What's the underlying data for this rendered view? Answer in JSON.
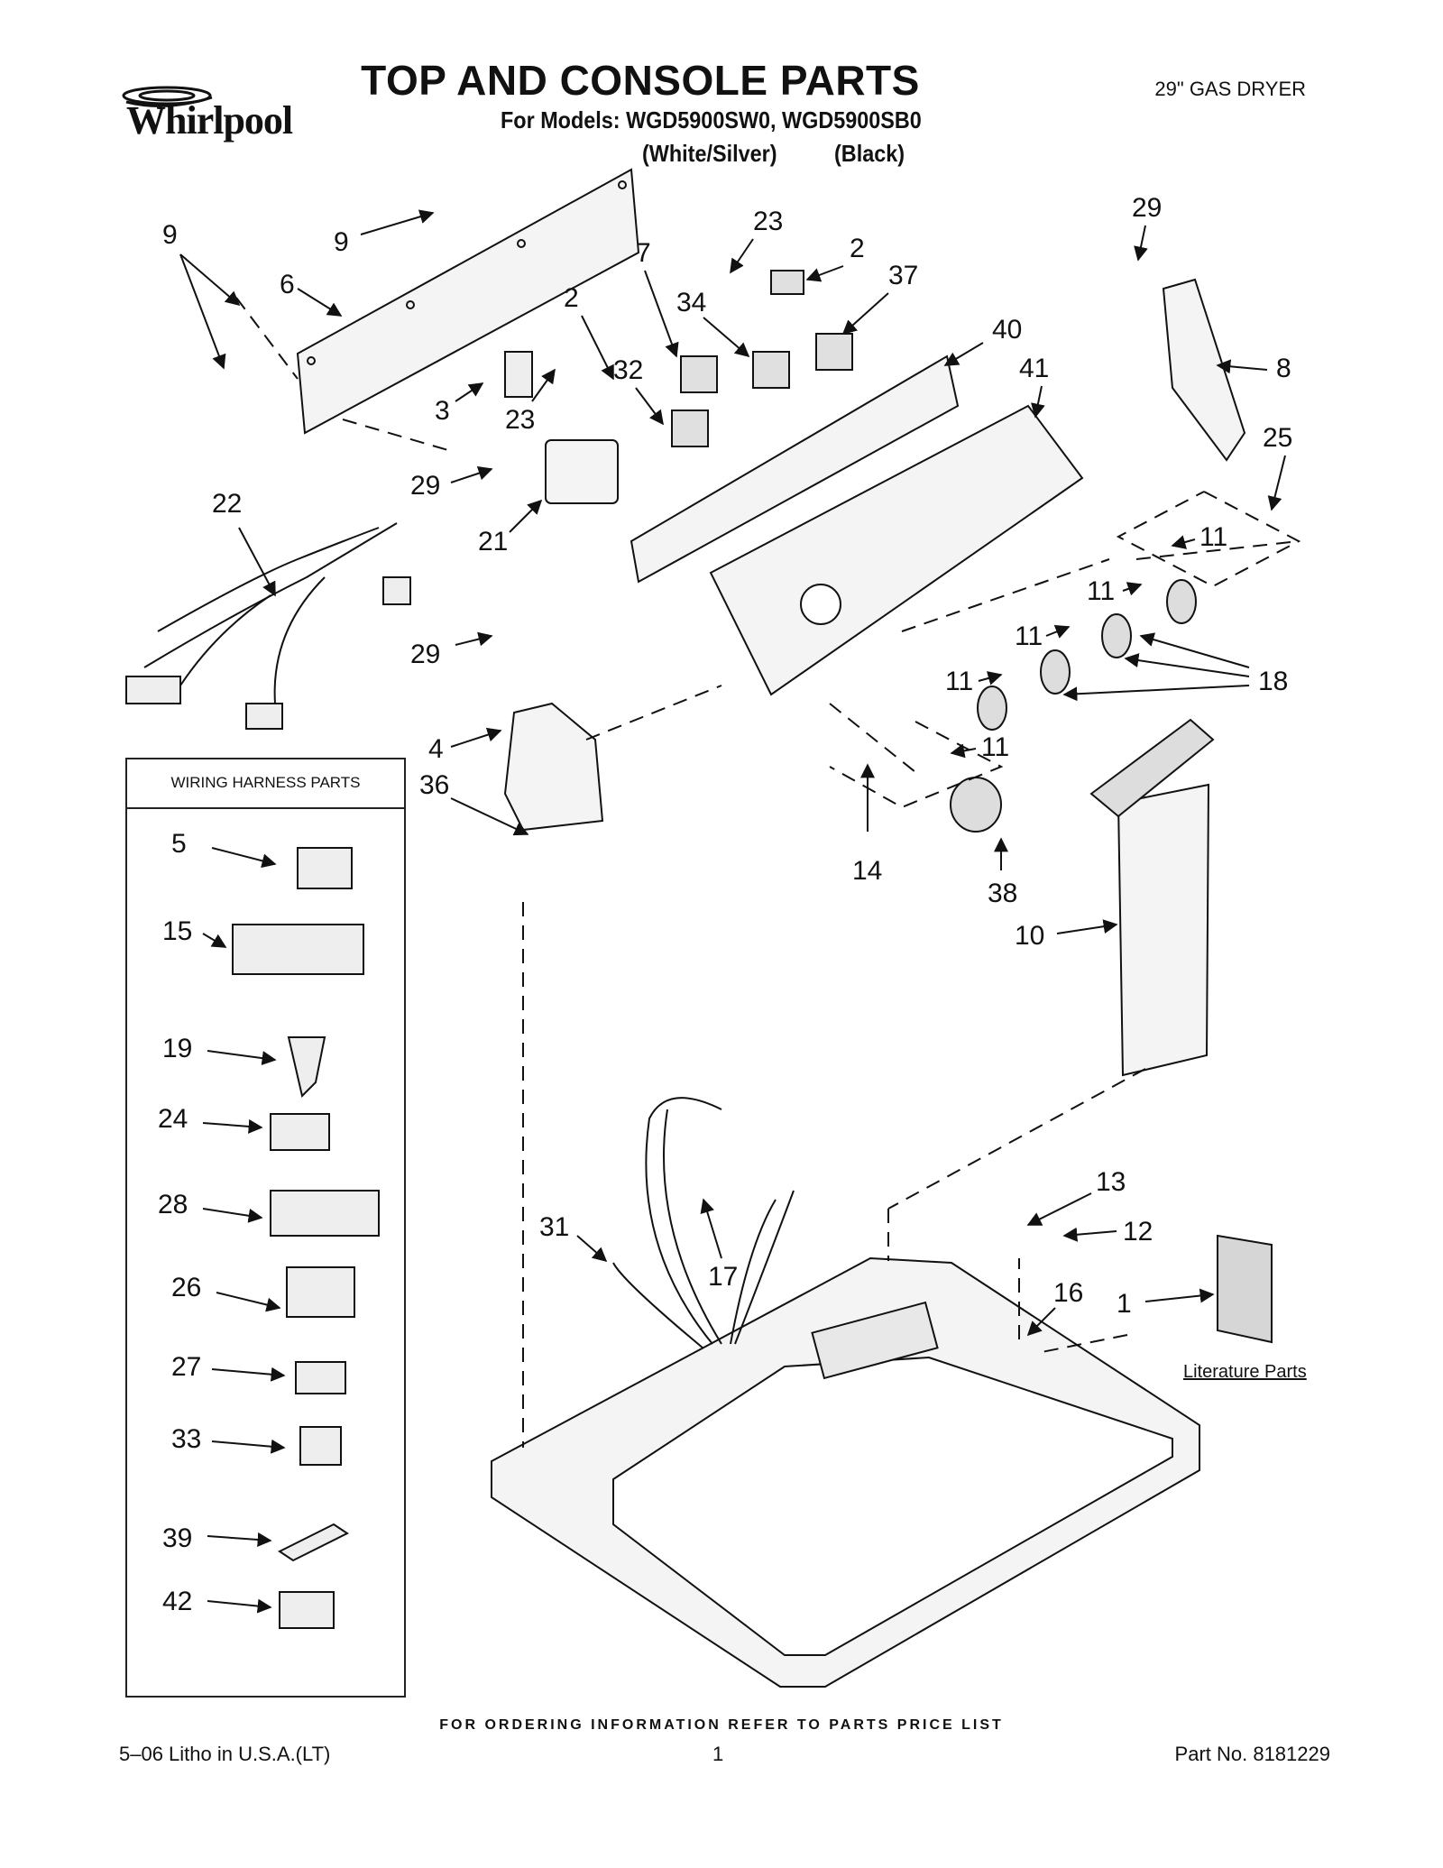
{
  "brand": "Whirlpool",
  "header": {
    "title": "TOP AND CONSOLE PARTS",
    "models_line": "For Models: WGD5900SW0, WGD5900SB0",
    "variant_white": "(White/Silver)",
    "variant_black": "(Black)",
    "product": "29\" GAS DRYER"
  },
  "callouts": [
    "9",
    "9",
    "6",
    "3",
    "23",
    "2",
    "32",
    "7",
    "34",
    "23",
    "2",
    "37",
    "40",
    "41",
    "29",
    "8",
    "25",
    "29",
    "21",
    "22",
    "29",
    "4",
    "36",
    "11",
    "11",
    "11",
    "11",
    "18",
    "11",
    "14",
    "38",
    "10",
    "13",
    "12",
    "16",
    "1",
    "31",
    "17"
  ],
  "harness_box": {
    "title": "WIRING HARNESS PARTS",
    "parts": [
      "5",
      "15",
      "19",
      "24",
      "28",
      "26",
      "27",
      "33",
      "39",
      "42"
    ]
  },
  "literature_label": "Literature Parts",
  "footer": {
    "ordering": "FOR ORDERING INFORMATION REFER TO PARTS PRICE LIST",
    "litho": "5–06 Litho in U.S.A.(LT)",
    "page": "1",
    "part_no": "Part No. 8181229"
  },
  "colors": {
    "ink": "#111111",
    "part_fill": "#f2f2f2",
    "part_shade": "#c8c8c8"
  },
  "icons": [
    "whirlpool-swirl-logo"
  ]
}
